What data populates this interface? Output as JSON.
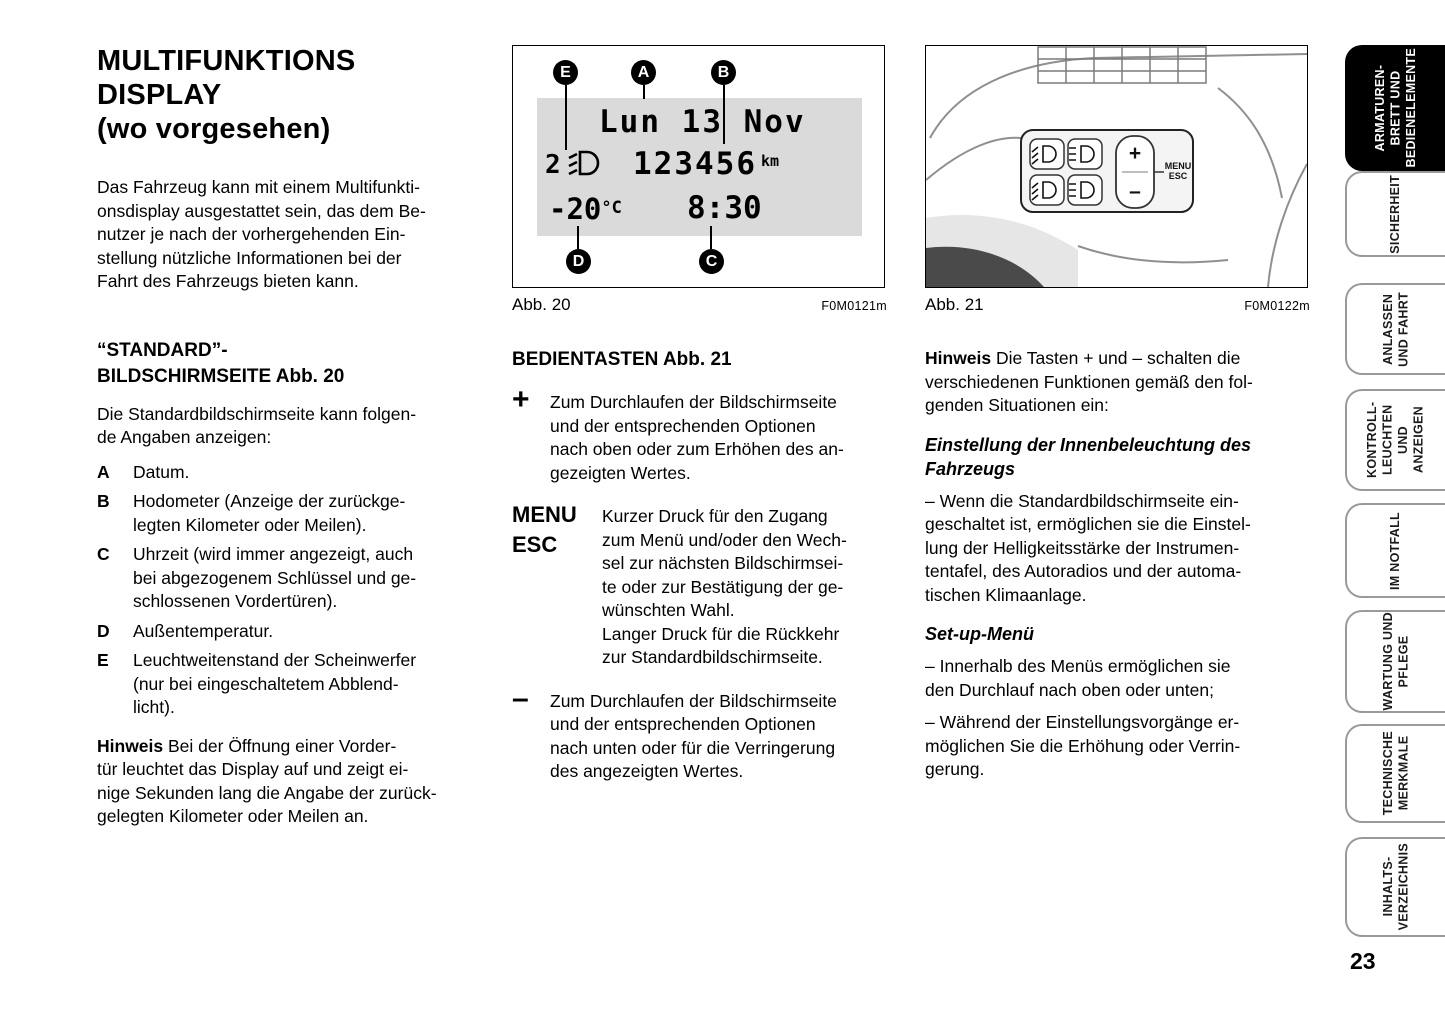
{
  "page": {
    "number": "23"
  },
  "left": {
    "title": "MULTIFUNKTIONS\nDISPLAY\n(wo vorgesehen)",
    "intro": "Das Fahrzeug kann mit einem Multifunkti-\nonsdisplay ausgestattet sein, das dem Be-\nnutzer je nach der vorhergehenden Ein-\nstellung nützliche Informationen bei der\nFahrt des Fahrzeugs bieten kann.",
    "section_heading": "“STANDARD”-\nBILDSCHIRMSEITE Abb. 20",
    "section_intro": "Die Standardbildschirmseite kann folgen-\nde Angaben anzeigen:",
    "items": [
      {
        "key": "A",
        "text": "Datum."
      },
      {
        "key": "B",
        "text": "Hodometer (Anzeige der zurückge-\nlegten Kilometer oder Meilen)."
      },
      {
        "key": "C",
        "text": "Uhrzeit (wird immer angezeigt, auch\nbei abgezogenem Schlüssel und ge-\nschlossenen Vordertüren)."
      },
      {
        "key": "D",
        "text": "Außentemperatur."
      },
      {
        "key": "E",
        "text": "Leuchtweitenstand der Scheinwerfer\n(nur bei eingeschaltetem Abblend-\nlicht)."
      }
    ],
    "note_label": "Hinweis",
    "note_text": " Bei der Öffnung einer Vorder-\ntür leuchtet das Display auf und zeigt ei-\nnige Sekunden lang die Angabe der zurück-\ngelegten Kilometer oder Meilen an."
  },
  "figure20": {
    "caption": "Abb. 20",
    "code": "F0M0121m",
    "display": {
      "line1": "Lun 13 Nov",
      "headlight_level": "2",
      "odometer": "123456",
      "odometer_unit": "km",
      "temperature": "-20",
      "temperature_unit": "°C",
      "time": "8:30"
    },
    "callouts": {
      "e": "E",
      "a": "A",
      "b": "B",
      "d": "D",
      "c": "C"
    }
  },
  "middle": {
    "heading": "BEDIENTASTEN Abb. 21",
    "plus_symbol": "+",
    "plus_text": "Zum Durchlaufen der Bildschirmseite\nund der entsprechenden Optionen\nnach oben oder zum Erhöhen des an-\ngezeigten Wertes.",
    "menu_symbol": "MENU\nESC",
    "menu_text": "Kurzer Druck für den Zugang\nzum Menü und/oder den Wech-\nsel zur nächsten Bildschirmsei-\nte oder zur Bestätigung der ge-\nwünschten Wahl.\nLanger Druck für die Rückkehr\nzur Standardbildschirmseite.",
    "minus_symbol": "–",
    "minus_text": "Zum Durchlaufen der Bildschirmseite\nund der entsprechenden Optionen\nnach unten oder für die Verringerung\ndes angezeigten Wertes."
  },
  "figure21": {
    "caption": "Abb. 21",
    "code": "F0M0122m",
    "plus": "+",
    "minus": "–",
    "menu_line1": "MENU",
    "menu_line2": "ESC"
  },
  "right": {
    "note_label": "Hinweis",
    "note_text": " Die Tasten + und – schalten die\nverschiedenen Funktionen gemäß den fol-\ngenden Situationen ein:",
    "sub1_heading": "Einstellung der Innenbeleuchtung des\nFahrzeugs",
    "sub1_text": "– Wenn die Standardbildschirmseite ein-\ngeschaltet ist, ermöglichen sie die Einstel-\nlung der Helligkeitsstärke der Instrumen-\ntentafel, des Autoradios und der automa-\ntischen Klimaanlage.",
    "sub2_heading": "Set-up-Menü",
    "sub2_text1": "– Innerhalb des Menüs ermöglichen sie\nden Durchlauf nach oben oder unten;",
    "sub2_text2": "– Während der Einstellungsvorgänge er-\nmöglichen Sie die Erhöhung oder Verrin-\ngerung."
  },
  "sidebar": {
    "tabs": [
      {
        "label": "ARMATUREN-\nBRETT UND\nBEDIENELEMENTE",
        "active": true
      },
      {
        "label": "SICHERHEIT",
        "active": false
      },
      {
        "label": "ANLASSEN\nUND FAHRT",
        "active": false
      },
      {
        "label": "KONTROLL-\nLEUCHTEN UND\nANZEIGEN",
        "active": false
      },
      {
        "label": "IM NOTFALL",
        "active": false
      },
      {
        "label": "WARTUNG UND\nPFLEGE",
        "active": false
      },
      {
        "label": "TECHNISCHE\nMERKMALE",
        "active": false
      },
      {
        "label": "INHALTS-\nVERZEICHNIS",
        "active": false
      }
    ]
  }
}
